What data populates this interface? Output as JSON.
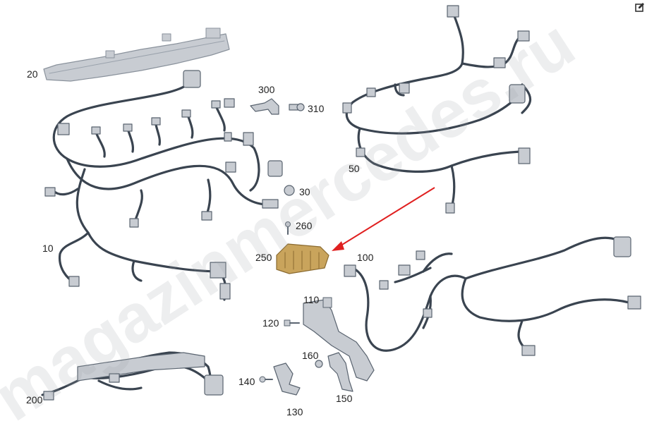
{
  "callouts": {
    "c10": "10",
    "c20": "20",
    "c30": "30",
    "c50": "50",
    "c100": "100",
    "c110": "110",
    "c120": "120",
    "c130": "130",
    "c140": "140",
    "c150": "150",
    "c160": "160",
    "c200": "200",
    "c250": "250",
    "c260": "260",
    "c300": "300",
    "c310": "310"
  },
  "watermark": "magazinmercedes.ru",
  "colors": {
    "wire": "#3a4450",
    "part": "#c8ccd2",
    "partStroke": "#8a929c",
    "highlight": "#c9a45c",
    "arrow": "#e02020"
  },
  "icons": {
    "edit": "edit-icon"
  }
}
